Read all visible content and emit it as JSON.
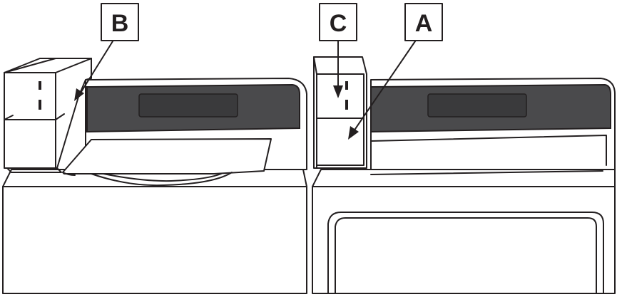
{
  "labels": {
    "b": "B",
    "c": "C",
    "a": "A"
  },
  "colors": {
    "line": "#231f20",
    "control_panel": "#4a4a4c",
    "display": "#3a3a3c",
    "background": "#ffffff"
  }
}
